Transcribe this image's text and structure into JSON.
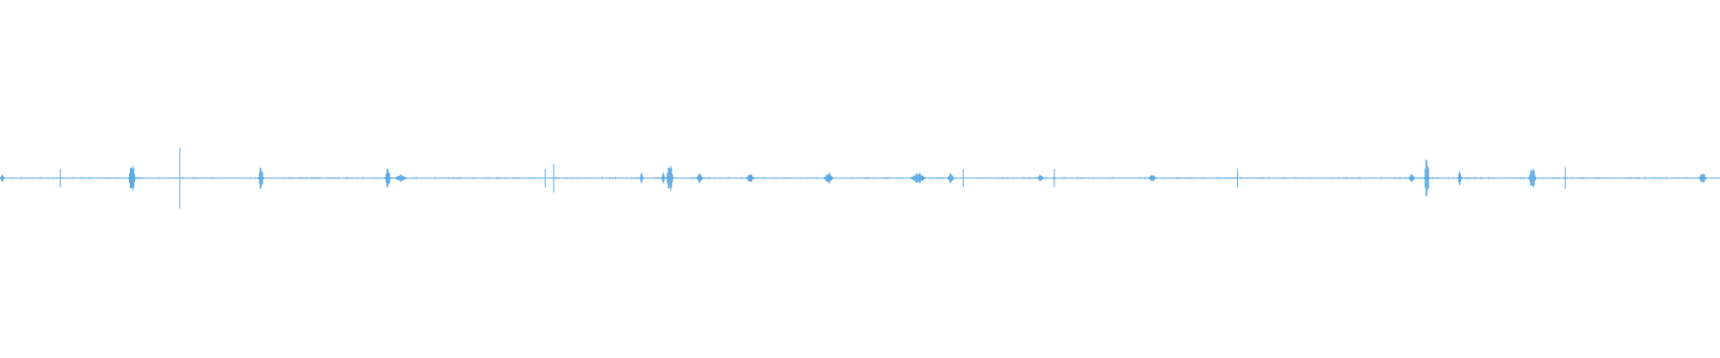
{
  "waveform": {
    "color": "#5aa9e6",
    "background": "#ffffff",
    "duration_fraction_range": [
      0,
      1
    ],
    "amplitude_range": [
      -1,
      1
    ],
    "baseline_dashed": true,
    "events": [
      {
        "t": 0.0013,
        "amp": 0.02,
        "width": 0.002,
        "kind": "cap"
      },
      {
        "t": 0.035,
        "amp": 0.05,
        "width": 0.0006,
        "kind": "spike"
      },
      {
        "t": 0.0768,
        "amp": 0.08,
        "width": 0.004,
        "kind": "burst"
      },
      {
        "t": 0.1046,
        "amp": 0.17,
        "width": 0.0006,
        "kind": "spike"
      },
      {
        "t": 0.1517,
        "amp": 0.07,
        "width": 0.003,
        "kind": "burst"
      },
      {
        "t": 0.2255,
        "amp": 0.06,
        "width": 0.003,
        "kind": "burst"
      },
      {
        "t": 0.233,
        "amp": 0.02,
        "width": 0.006,
        "kind": "burst"
      },
      {
        "t": 0.317,
        "amp": 0.05,
        "width": 0.0006,
        "kind": "spike"
      },
      {
        "t": 0.3219,
        "amp": 0.08,
        "width": 0.0006,
        "kind": "spike"
      },
      {
        "t": 0.373,
        "amp": 0.03,
        "width": 0.002,
        "kind": "burst"
      },
      {
        "t": 0.3856,
        "amp": 0.03,
        "width": 0.002,
        "kind": "burst"
      },
      {
        "t": 0.3895,
        "amp": 0.08,
        "width": 0.004,
        "kind": "burst"
      },
      {
        "t": 0.4068,
        "amp": 0.03,
        "width": 0.003,
        "kind": "burst"
      },
      {
        "t": 0.4362,
        "amp": 0.025,
        "width": 0.004,
        "kind": "burst"
      },
      {
        "t": 0.4818,
        "amp": 0.03,
        "width": 0.005,
        "kind": "burst"
      },
      {
        "t": 0.5338,
        "amp": 0.03,
        "width": 0.008,
        "kind": "burst"
      },
      {
        "t": 0.5528,
        "amp": 0.03,
        "width": 0.003,
        "kind": "burst"
      },
      {
        "t": 0.56,
        "amp": 0.05,
        "width": 0.0006,
        "kind": "spike"
      },
      {
        "t": 0.605,
        "amp": 0.02,
        "width": 0.003,
        "kind": "burst"
      },
      {
        "t": 0.613,
        "amp": 0.05,
        "width": 0.0006,
        "kind": "spike"
      },
      {
        "t": 0.67,
        "amp": 0.02,
        "width": 0.004,
        "kind": "burst"
      },
      {
        "t": 0.7195,
        "amp": 0.05,
        "width": 0.0006,
        "kind": "spike"
      },
      {
        "t": 0.8208,
        "amp": 0.025,
        "width": 0.003,
        "kind": "burst"
      },
      {
        "t": 0.8296,
        "amp": 0.12,
        "width": 0.003,
        "kind": "burst"
      },
      {
        "t": 0.8487,
        "amp": 0.04,
        "width": 0.002,
        "kind": "burst"
      },
      {
        "t": 0.891,
        "amp": 0.06,
        "width": 0.004,
        "kind": "burst"
      },
      {
        "t": 0.91,
        "amp": 0.06,
        "width": 0.0006,
        "kind": "spike"
      },
      {
        "t": 0.99,
        "amp": 0.03,
        "width": 0.004,
        "kind": "burst"
      }
    ]
  }
}
